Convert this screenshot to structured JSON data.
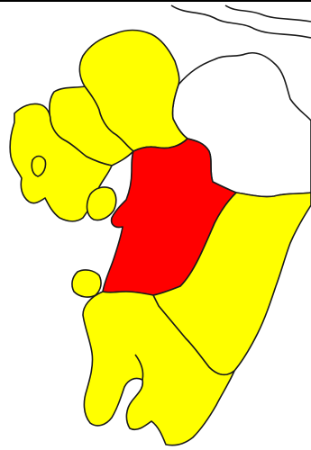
{
  "map": {
    "colors": {
      "background": "#ffffff",
      "highlight": "#ff0000",
      "neighbor": "#ffff00",
      "other": "#ffffff",
      "border": "#1a1a1a"
    },
    "regions": [
      {
        "id": "fukuoka",
        "role": "neighbor"
      },
      {
        "id": "saga",
        "role": "neighbor"
      },
      {
        "id": "nagasaki",
        "role": "neighbor"
      },
      {
        "id": "oita",
        "role": "other"
      },
      {
        "id": "kumamoto",
        "role": "highlight"
      },
      {
        "id": "miyazaki",
        "role": "neighbor"
      },
      {
        "id": "kagoshima",
        "role": "neighbor"
      },
      {
        "id": "amakusa",
        "role": "neighbor"
      },
      {
        "id": "shimabara",
        "role": "neighbor"
      }
    ]
  }
}
